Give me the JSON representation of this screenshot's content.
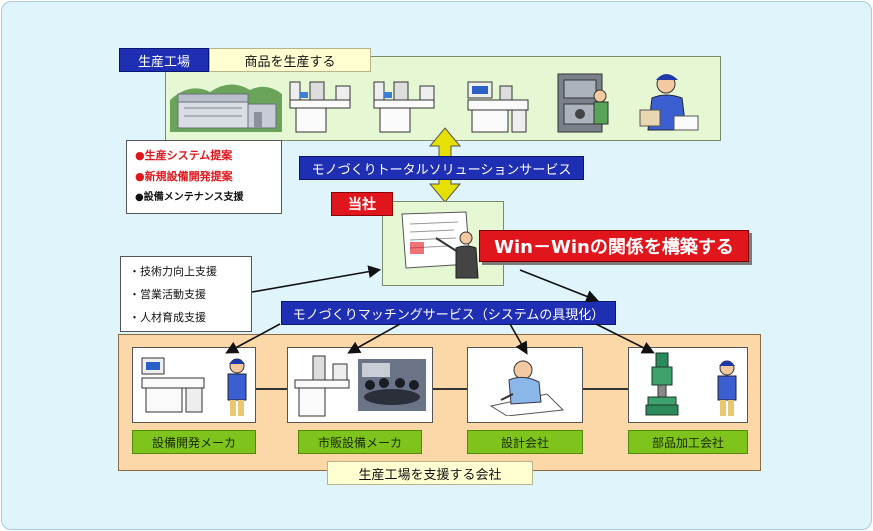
{
  "top_section": {
    "tag": "生産工場",
    "title": "商品を生産する"
  },
  "left_note_top": {
    "items": [
      {
        "bullet": "●",
        "text": "生産システム提案"
      },
      {
        "bullet": "●",
        "text": "新規設備開発提案"
      },
      {
        "bullet": "●",
        "text": "設備メンテナンス支援"
      }
    ]
  },
  "left_note_mid": {
    "items": [
      {
        "bullet": "・",
        "text": "技術力向上支援"
      },
      {
        "bullet": "・",
        "text": "営業活動支援"
      },
      {
        "bullet": "・",
        "text": "人材育成支援"
      }
    ]
  },
  "service_top": "モノづくりトータルソリューションサービス",
  "center": {
    "tag": "当社",
    "slogan": "Win－Winの関係を構築する"
  },
  "service_bottom": "モノづくりマッチングサービス（システムの具現化）",
  "bottom_section": {
    "caption": "生産工場を支援する会社",
    "companies": [
      {
        "label": "設備開発メーカ"
      },
      {
        "label": "市販設備メーカ"
      },
      {
        "label": "設計会社"
      },
      {
        "label": "部品加工会社"
      }
    ]
  },
  "colors": {
    "frame_bg": "#dff4fb",
    "top_panel": "#e6f7d4",
    "bottom_panel": "#fcd7a8",
    "blue_label": "#1f2fb4",
    "green_label": "#7ec41c",
    "red": "#e1161d",
    "arrow_yellow": "#e6e000"
  }
}
